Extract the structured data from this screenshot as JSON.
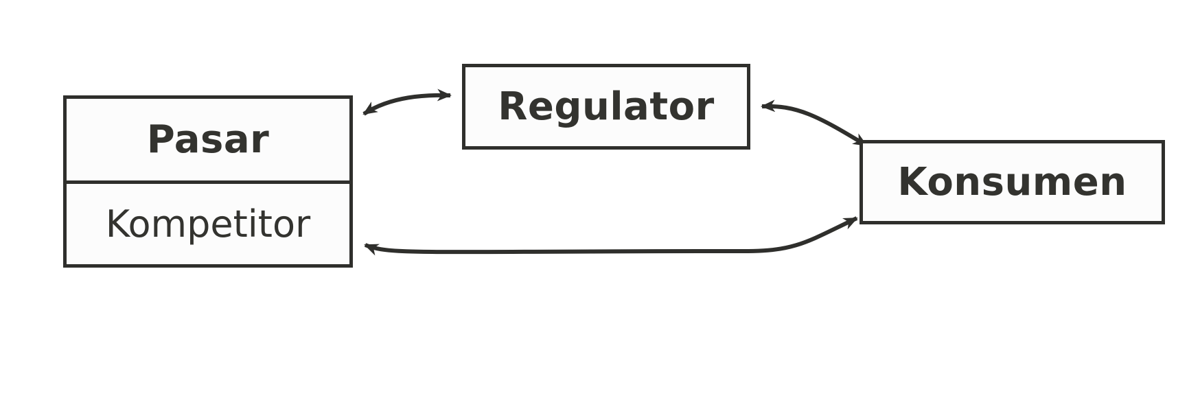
{
  "diagram": {
    "type": "block-relationship-diagram",
    "background_color": "#ffffff",
    "stroke_color": "#2f2f2c",
    "node_fill_color": "#fcfcfc",
    "text_color": "#33332f",
    "nodes": [
      {
        "id": "pasar",
        "title": "Pasar",
        "subtitle": "Kompetitor",
        "compartments": 2
      },
      {
        "id": "regulator",
        "title": "Regulator",
        "compartments": 1
      },
      {
        "id": "konsumen",
        "title": "Konsumen",
        "compartments": 1
      }
    ],
    "edges": [
      {
        "id": "pasar-regulator",
        "from": "pasar",
        "to": "regulator",
        "direction": "bidirectional",
        "label": ""
      },
      {
        "id": "regulator-konsumen",
        "from": "regulator",
        "to": "konsumen",
        "direction": "bidirectional",
        "label": ""
      },
      {
        "id": "konsumen-kompetitor",
        "from": "konsumen",
        "to": "pasar",
        "direction": "bidirectional",
        "label": ""
      }
    ]
  }
}
